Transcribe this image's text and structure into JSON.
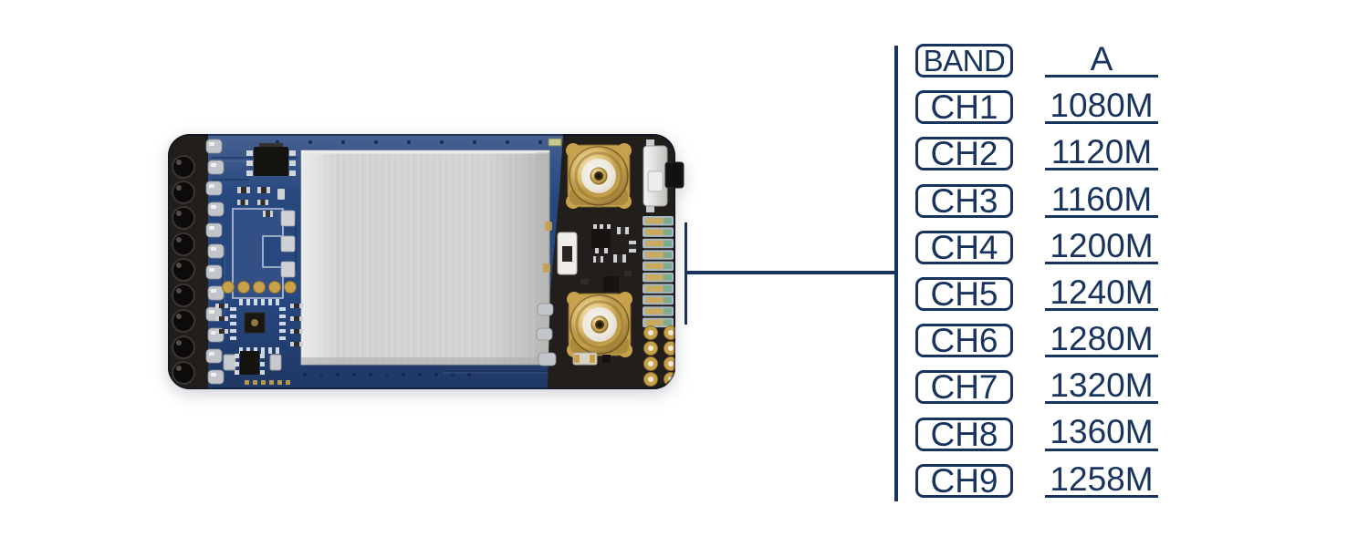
{
  "table": {
    "band_header": "BAND",
    "value_header": "A",
    "rows": [
      {
        "channel": "CH1",
        "frequency": "1080M"
      },
      {
        "channel": "CH2",
        "frequency": "1120M"
      },
      {
        "channel": "CH3",
        "frequency": "1160M"
      },
      {
        "channel": "CH4",
        "frequency": "1200M"
      },
      {
        "channel": "CH5",
        "frequency": "1240M"
      },
      {
        "channel": "CH6",
        "frequency": "1280M"
      },
      {
        "channel": "CH7",
        "frequency": "1320M"
      },
      {
        "channel": "CH8",
        "frequency": "1360M"
      },
      {
        "channel": "CH9",
        "frequency": "1258M"
      }
    ]
  },
  "board": {
    "led_count": 10,
    "antenna_connector_count": 2
  },
  "colors": {
    "annotation": "#17335e",
    "background": "#ffffff",
    "pcb_blue": "#27477f",
    "pcb_black": "#211e1c",
    "shield_silver": "#d3d3d1",
    "connector_gold": "#c7a14b",
    "led_green": "#7cab90"
  }
}
